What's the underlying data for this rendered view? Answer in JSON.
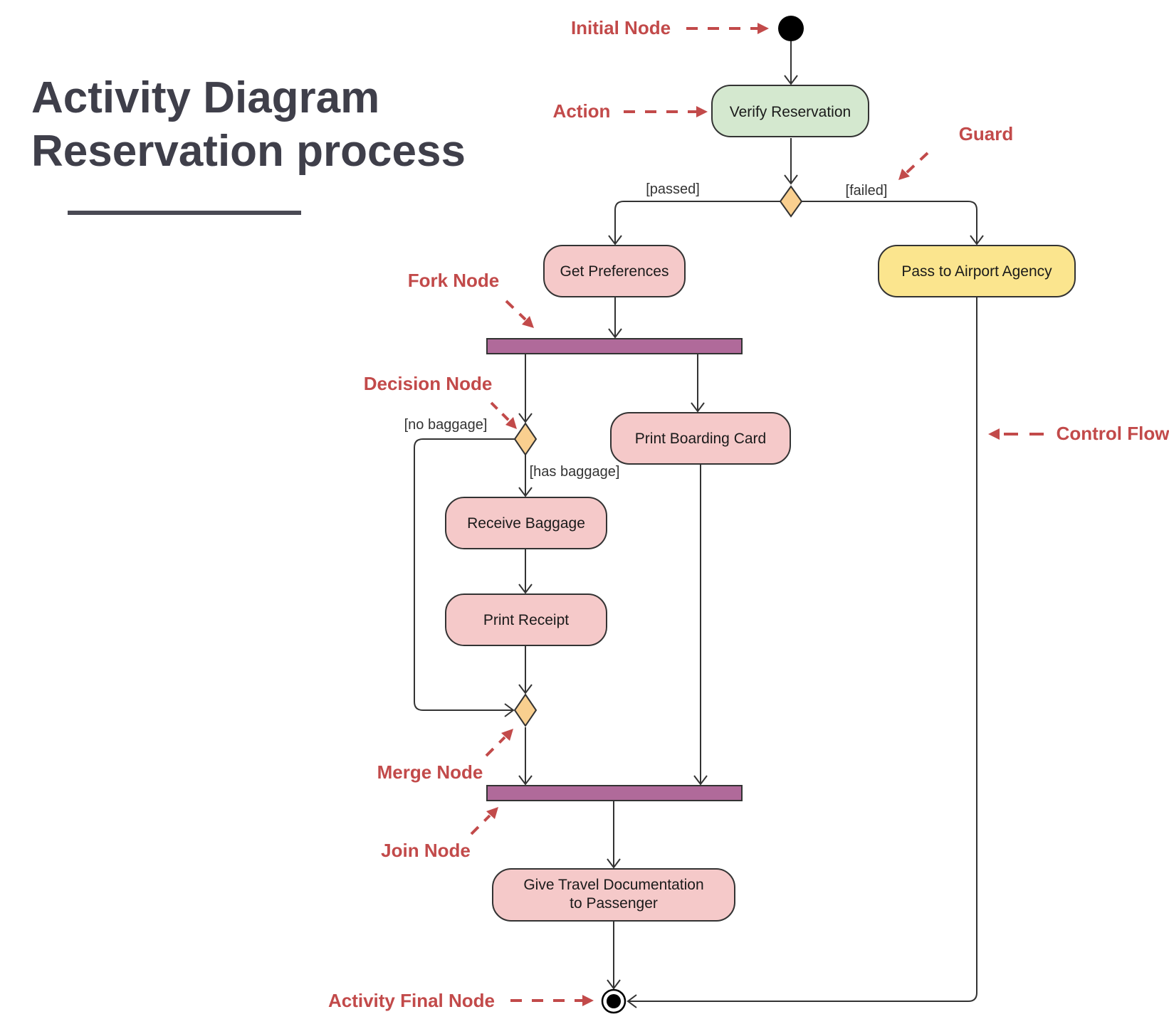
{
  "title": {
    "line1": "Activity Diagram",
    "line2": "Reservation process"
  },
  "actions": {
    "verify_reservation": "Verify Reservation",
    "get_preferences": "Get Preferences",
    "pass_to_airport_agency": "Pass to Airport Agency",
    "print_boarding_card": "Print Boarding Card",
    "receive_baggage": "Receive Baggage",
    "print_receipt": "Print Receipt",
    "give_travel_documentation_line1": "Give Travel Documentation",
    "give_travel_documentation_line2": "to Passenger"
  },
  "guards": {
    "passed": "[passed]",
    "failed": "[failed]",
    "no_baggage": "[no baggage]",
    "has_baggage": "[has baggage]"
  },
  "annotations": {
    "initial_node": "Initial Node",
    "action": "Action",
    "guard": "Guard",
    "fork_node": "Fork Node",
    "decision_node": "Decision Node",
    "control_flow": "Control Flow",
    "merge_node": "Merge Node",
    "join_node": "Join Node",
    "activity_final_node": "Activity Final Node"
  },
  "colors": {
    "annotation": "#c24a4a",
    "action_default_fill": "#f5c9c9",
    "action_verify_fill": "#d4e8cf",
    "action_agency_fill": "#fbe58e",
    "decision_fill": "#f9cf8f",
    "bar_fill": "#b06a9a",
    "title": "#3f3f4a"
  }
}
